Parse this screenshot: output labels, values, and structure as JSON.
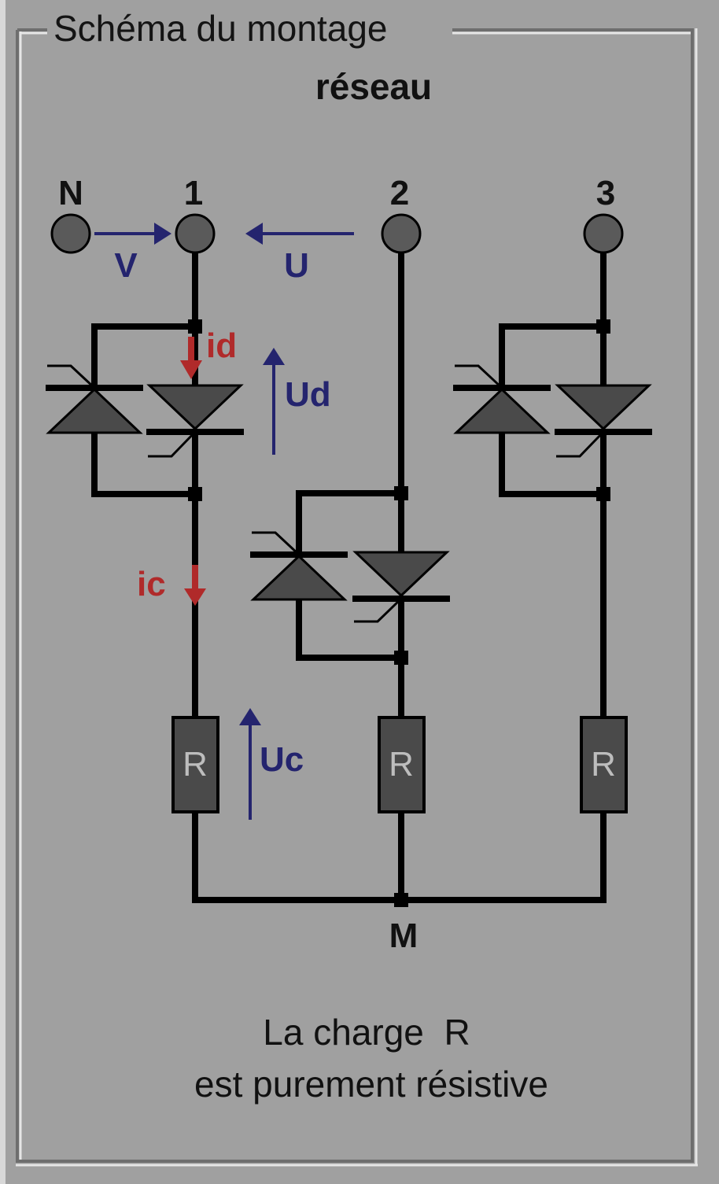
{
  "panel": {
    "title": "Schéma du montage",
    "subtitle": "réseau"
  },
  "terminals": {
    "neutral": "N",
    "phase1": "1",
    "phase2": "2",
    "phase3": "3",
    "star_point": "M"
  },
  "quantities": {
    "V": "V",
    "U": "U",
    "id": "id",
    "Ud": "Ud",
    "ic": "ic",
    "Uc": "Uc"
  },
  "resistors": [
    "R",
    "R",
    "R"
  ],
  "note": {
    "line1": "La charge  R",
    "line2": "est purement résistive"
  },
  "colors": {
    "background": "#a0a0a0",
    "wire": "#000000",
    "component_fill": "#4a4a4a",
    "voltage_arrow": "#24246e",
    "current_arrow": "#b02a2a"
  }
}
